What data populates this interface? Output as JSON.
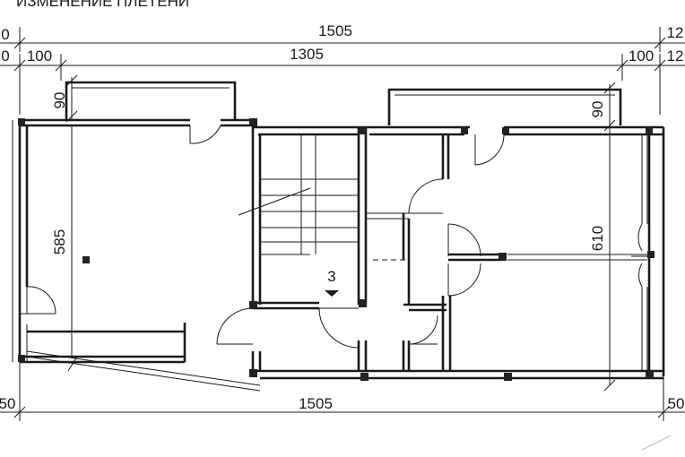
{
  "header": {
    "partial_title": "ИЗМЕНЕНИЕ ПЛЕТЕНИ"
  },
  "dimensions": {
    "top_overall": "1505",
    "top_left_edge": "0",
    "top_right_edge": "12",
    "mid_left_edge": "0",
    "mid_left_offset": "100",
    "mid_span": "1305",
    "mid_right_offset": "100",
    "mid_right_edge": "12",
    "balcony_left_depth": "90",
    "balcony_right_depth": "90",
    "left_room_depth": "585",
    "right_room_depth": "610",
    "bottom_left_edge": "50",
    "bottom_overall": "1505",
    "bottom_right_edge": "50"
  },
  "rooms": {
    "stair_number": "3"
  }
}
